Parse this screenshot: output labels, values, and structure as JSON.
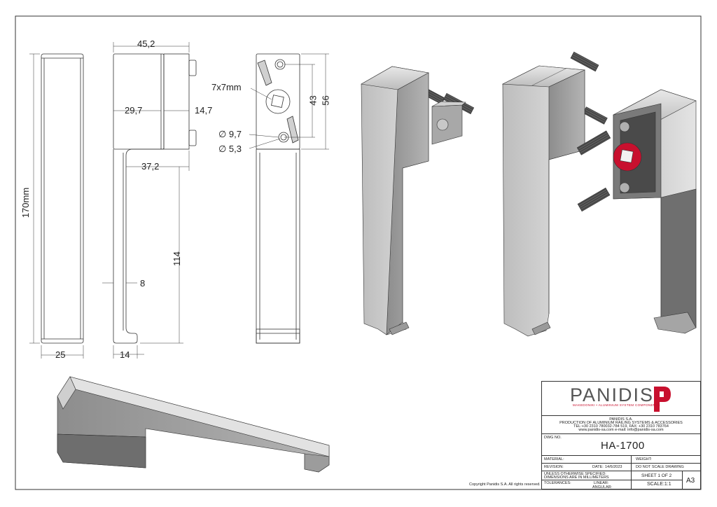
{
  "dimensions": {
    "width_45": "45,2",
    "d29": "29,7",
    "d14_7": "14,7",
    "d37": "37,2",
    "height170": "170mm",
    "d114": "114",
    "d8": "8",
    "d25": "25",
    "d14": "14",
    "square": "7x7mm",
    "d43": "43",
    "d56": "56",
    "dia97": "∅ 9,7",
    "dia53": "∅ 5,3"
  },
  "title_block": {
    "brand": "PANIDIS",
    "brand_tagline": "MAKEDONIKI • ALUMINIUM SYSTEM COMPONENTS",
    "company": "PANIDIS S.A.",
    "company_line2": "PRODUCTION OF ALUMINIUM RAILING SYSTEMS & ACCESSORIES",
    "company_line3": "TEL:+30 2310 780032-784 519, FAX: +30 2310 783764",
    "company_line4": "www.panidis-sa.com   e-mail: info@panidis-sa.com",
    "dwg_no_label": "DWG NO.",
    "dwg_no": "HA-1700",
    "material_label": "MATERIAL:",
    "weight_label": "WEIGHT:",
    "revision_label": "REVISION:",
    "date_label": "DATE:",
    "date_value": "14/6/2023",
    "do_not_scale": "DO NOT SCALE DRAWING",
    "unless_line1": "UNLESS OTHERWISE SPECIFIED:",
    "unless_line2": "DIMENSIONS ARE IN MILLIMETERS",
    "sheet": "SHEET 1 OF 2",
    "tolerances_label": "TOLERANCES:",
    "linear_label": "LINEAR:",
    "angular_label": "ANGULAR:",
    "scale": "SCALE:1:1",
    "size": "A3"
  },
  "copyright": "Copyright Panidis S.A. All rights reserved.",
  "colors": {
    "brand_red": "#c8102e",
    "line": "#333333",
    "part_light": "#cfcfcf",
    "part_dark": "#8f8f8f"
  }
}
